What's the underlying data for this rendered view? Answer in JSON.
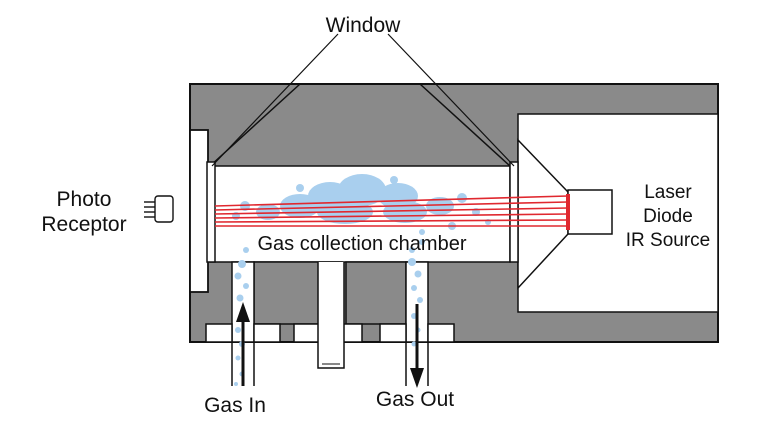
{
  "labels": {
    "window": "Window",
    "photo_receptor_line1": "Photo",
    "photo_receptor_line2": "Receptor",
    "laser_line1": "Laser",
    "laser_line2": "Diode",
    "laser_line3": "IR Source",
    "chamber": "Gas collection chamber",
    "gas_in": "Gas In",
    "gas_out": "Gas Out"
  },
  "colors": {
    "housing": "#8a8a8a",
    "outline": "#111111",
    "beam": "#e0282f",
    "gas": "#a9cfee",
    "background": "#ffffff"
  }
}
